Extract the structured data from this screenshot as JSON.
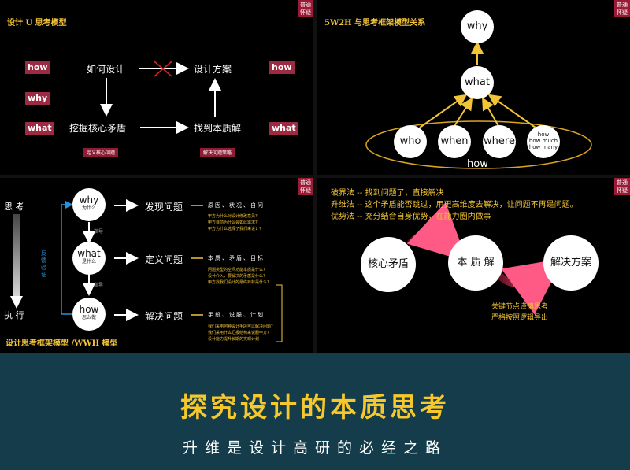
{
  "badge": "普通\n怀疑",
  "panel1": {
    "title": "设计 U 思考模型",
    "tag_how_left": "how",
    "tag_why": "why",
    "tag_what_left": "what",
    "tag_how_right": "how",
    "tag_what_right": "what",
    "node_how_design": "如何设计",
    "node_design_plan": "设计方案",
    "node_dig_core": "挖掘核心矛盾",
    "node_find_essence": "找到本质解",
    "caption_define": "定义核心问题",
    "caption_solve": "解决问题策略"
  },
  "panel2": {
    "title": "5W2H 与思考框架模型关系",
    "why": "why",
    "what": "what",
    "who": "who",
    "when": "when",
    "where": "where",
    "how_much": "how\nhow much\nhow many",
    "how_label": "how"
  },
  "panel3": {
    "title": "设计思考框架模型 /WWH 模型",
    "think": "思 考",
    "execute": "执 行",
    "feedback": "反馈验证",
    "guide1": "指导",
    "guide2": "指导",
    "why": "why",
    "why_sub": "为什么",
    "what": "what",
    "what_sub": "是什么",
    "how": "how",
    "how_sub": "怎么做",
    "label_find": "发现问题",
    "label_define": "定义问题",
    "label_solve": "解决问题",
    "detail_find": "原因、状况、自问",
    "detail_define": "本质、矛盾、目标",
    "detail_solve": "手段、说服、计划",
    "notes_find": [
      "甲方为什么对设计修改意见?",
      "甲方目前为什么会如此需求?",
      "甲方为什么选择了我们来设计?"
    ],
    "notes_define": [
      "问题类型的空间功能本质是什么?",
      "设计介入，要解决的矛盾是什么?",
      "甲方找我们设计的最终目标是什么?"
    ],
    "notes_solve": [
      "我们采用何种设计手段可以解决问题?",
      "我们采用什么汇报结构来说服甲方?",
      "设计能力提升长期的实现计划"
    ]
  },
  "panel4": {
    "line1": "破界法 -- 找到问题了，直接解决",
    "line2": "升维法 -- 这个矛盾能否跳过，用更高维度去解决，让问题不再是问题。",
    "line3": "优势法 -- 充分结合自身优势，在能力圈内做事",
    "node_core": "核心矛盾",
    "node_essence": "本 质 解",
    "node_plan": "解决方案",
    "note1": "关键节点谨慎思考",
    "note2": "严格按照逻辑导出"
  },
  "footer": {
    "main_title": "探究设计的本质思考",
    "subtitle": "升维是设计高研的必经之路"
  }
}
